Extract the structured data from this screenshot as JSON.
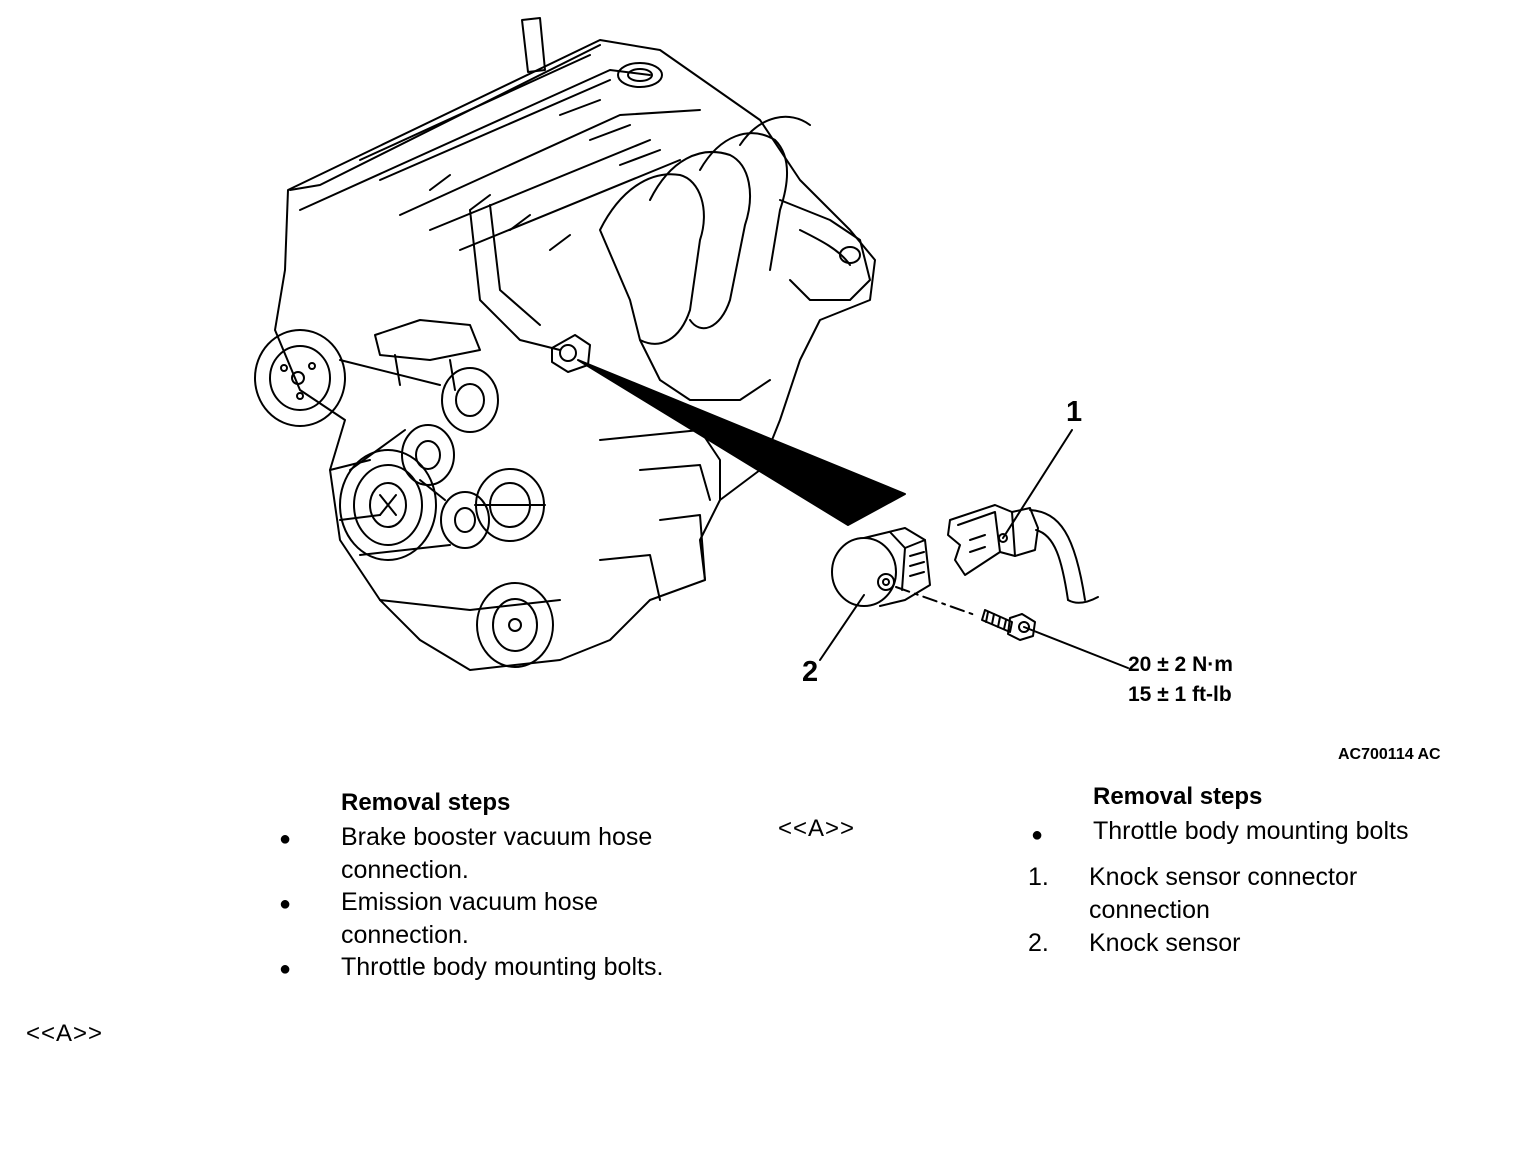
{
  "figure": {
    "callouts": [
      "1",
      "2"
    ],
    "torque_lines": [
      "20 ± 2 N·m",
      "15 ± 1 ft-lb"
    ],
    "figure_code": "AC700114 AC",
    "drawing_color": "#000000"
  },
  "left_column": {
    "heading": "Removal steps",
    "items": [
      {
        "line1": "Brake booster vacuum hose",
        "line2": "connection."
      },
      {
        "line1": "Emission vacuum hose",
        "line2": "connection."
      },
      {
        "line1": "Throttle body mounting bolts.",
        "line2": ""
      }
    ],
    "ref_mark": "<<A>>"
  },
  "middle": {
    "ref_mark": "<<A>>"
  },
  "right_column": {
    "heading": "Removal steps",
    "bullet_item": "Throttle body mounting bolts",
    "numbered": [
      {
        "num": "1.",
        "line1": "Knock sensor connector",
        "line2": "connection"
      },
      {
        "num": "2.",
        "line1": "Knock sensor",
        "line2": ""
      }
    ]
  }
}
